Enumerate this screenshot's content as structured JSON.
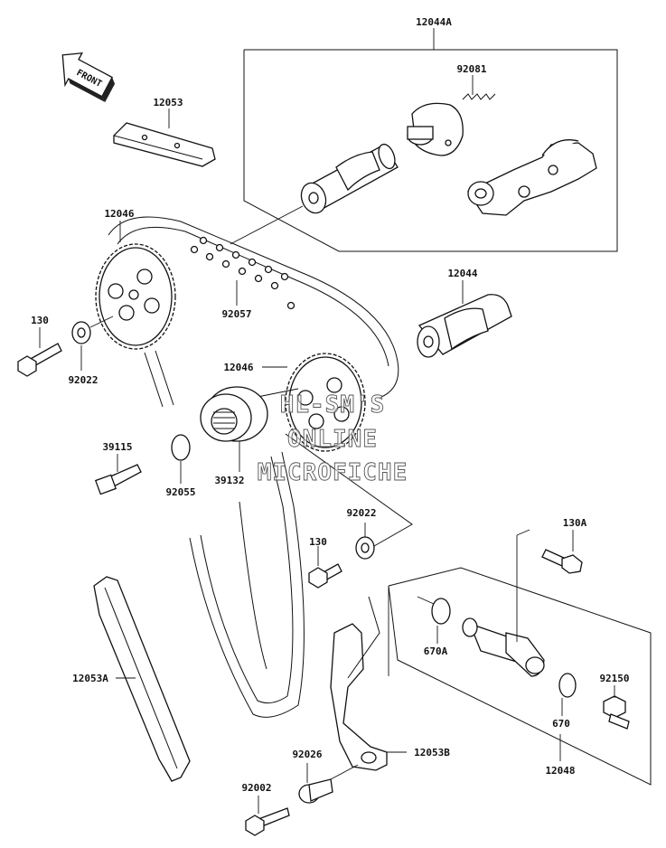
{
  "front_label": "FRONT",
  "watermark": [
    "HL-SM'S",
    "ONLINE",
    "MICROFICHE"
  ],
  "labels": {
    "p12044A": "12044A",
    "p92081": "92081",
    "p12053": "12053",
    "p12046_top": "12046",
    "p130_left": "130",
    "p92022_left": "92022",
    "p92057": "92057",
    "p12044": "12044",
    "p12046_mid": "12046",
    "p39115": "39115",
    "p92055": "92055",
    "p39132": "39132",
    "p92022_mid": "92022",
    "p130_mid": "130",
    "p130A": "130A",
    "p670A": "670A",
    "p92150": "92150",
    "p670": "670",
    "p12048": "12048",
    "p12053A": "12053A",
    "p92026": "92026",
    "p12053B": "12053B",
    "p92002": "92002"
  }
}
